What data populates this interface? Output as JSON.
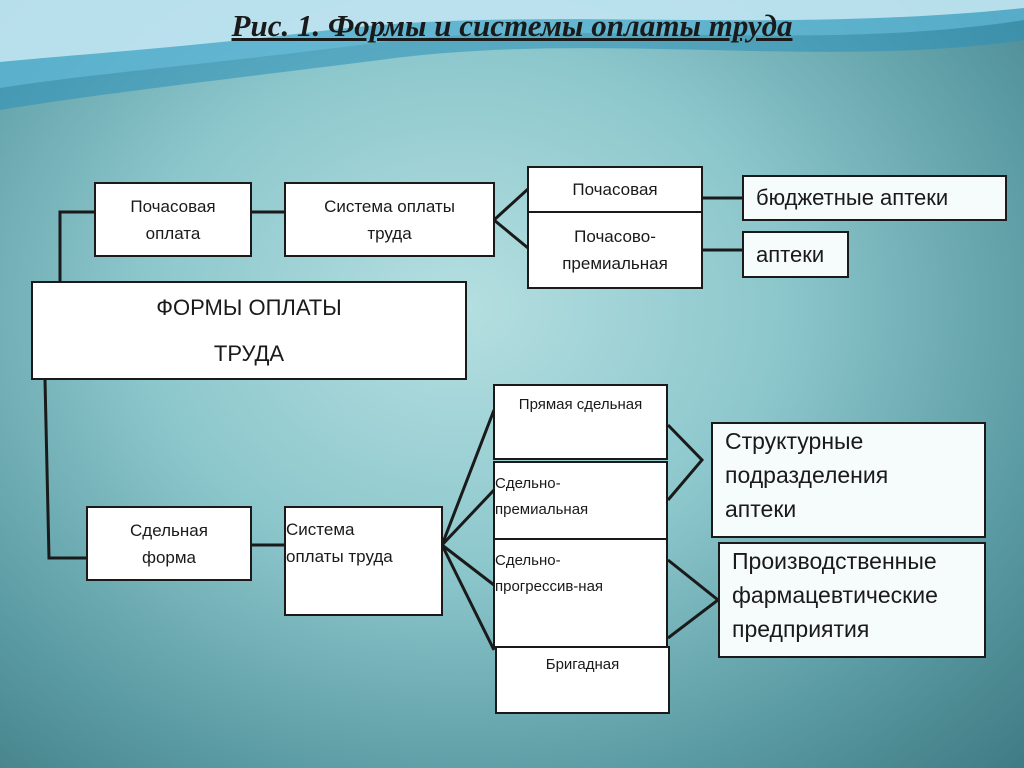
{
  "title": "Рис. 1. Формы и системы оплаты труда",
  "root": {
    "line1": "ФОРМЫ ОПЛАТЫ",
    "line2": "ТРУДА"
  },
  "time_branch": {
    "form": {
      "line1": "Почасовая",
      "line2": "оплата"
    },
    "system": {
      "line1": "Система оплаты",
      "line2": "труда"
    },
    "types": [
      {
        "line1": "Почасовая"
      },
      {
        "line1": "Почасово-",
        "line2": "премиальная"
      }
    ],
    "applications": [
      "бюджетные аптеки",
      "аптеки"
    ]
  },
  "piece_branch": {
    "form": {
      "line1": "Сдельная",
      "line2": "форма"
    },
    "system": {
      "line1": "Система",
      "line2": "оплаты труда"
    },
    "types": [
      {
        "line1": "Прямая сдельная"
      },
      {
        "line1": "Сдельно-",
        "line2": "премиальная"
      },
      {
        "line1": "Сдельно-",
        "line2": "прогрессив-ная"
      },
      {
        "line1": "Бригадная"
      }
    ],
    "applications": [
      {
        "line1": "Структурные",
        "line2": "подразделения",
        "line3": "аптеки"
      },
      {
        "line1": "Производственные",
        "line2": "фармацевтические",
        "line3": "предприятия"
      }
    ]
  }
}
